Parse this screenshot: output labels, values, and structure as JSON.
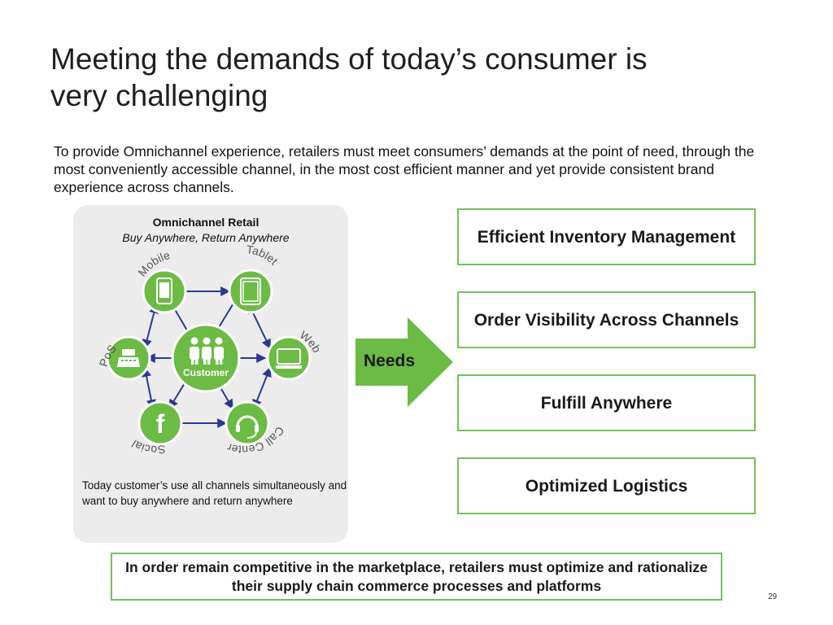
{
  "slide": {
    "title_line1": "Meeting the demands of today’s consumer is",
    "title_line2": "very challenging",
    "intro": "To provide Omnichannel experience, retailers must meet consumers’ demands at the point of need, through the most conveniently accessible channel, in the most cost efficient manner and yet provide consistent brand experience across channels.",
    "page_number": "29"
  },
  "panel": {
    "heading": "Omnichannel  Retail",
    "subheading": "Buy Anywhere, Return Anywhere",
    "center_label": "Customer",
    "channels": {
      "mobile": "Mobile",
      "tablet": "Tablet",
      "web": "Web",
      "pos": "PoS",
      "social": "Social",
      "call_center": "Call Center"
    },
    "caption": "Today customer’s use all channels simultaneously and want to buy anywhere and return anywhere"
  },
  "needs": {
    "arrow_label": "Needs",
    "items": [
      "Efficient Inventory Management",
      "Order Visibility Across Channels",
      "Fulfill Anywhere",
      "Optimized Logistics"
    ]
  },
  "conclusion": "In order remain competitive in the marketplace, retailers must optimize and rationalize their supply chain commerce processes and platforms",
  "colors": {
    "accent_green": "#77c05a",
    "node_green": "#6cbb45",
    "connector_blue": "#2a3990",
    "panel_gray": "#ececec"
  }
}
